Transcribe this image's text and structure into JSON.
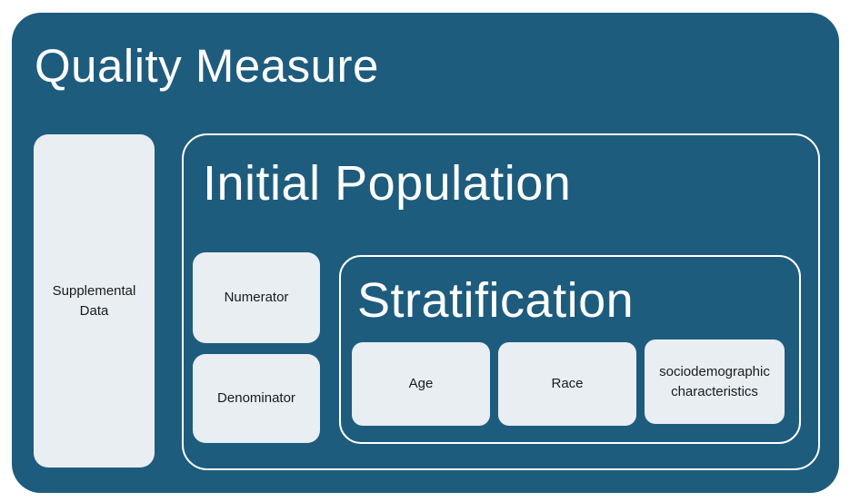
{
  "diagram": {
    "title": "Quality Measure",
    "supplemental": {
      "label": "Supplemental Data"
    },
    "initial_population": {
      "title": "Initial Population",
      "numerator": {
        "label": "Numerator"
      },
      "denominator": {
        "label": "Denominator"
      },
      "stratification": {
        "title": "Stratification",
        "items": [
          {
            "label": "Age"
          },
          {
            "label": "Race"
          },
          {
            "label": "sociodemographic characteristics"
          }
        ]
      }
    },
    "colors": {
      "container_fill": "#1E5C7E",
      "card_fill": "#E8EEF2",
      "outline": "#FFFFFF",
      "title_text": "#FFFFFF",
      "card_text": "#1B1B1B"
    }
  }
}
